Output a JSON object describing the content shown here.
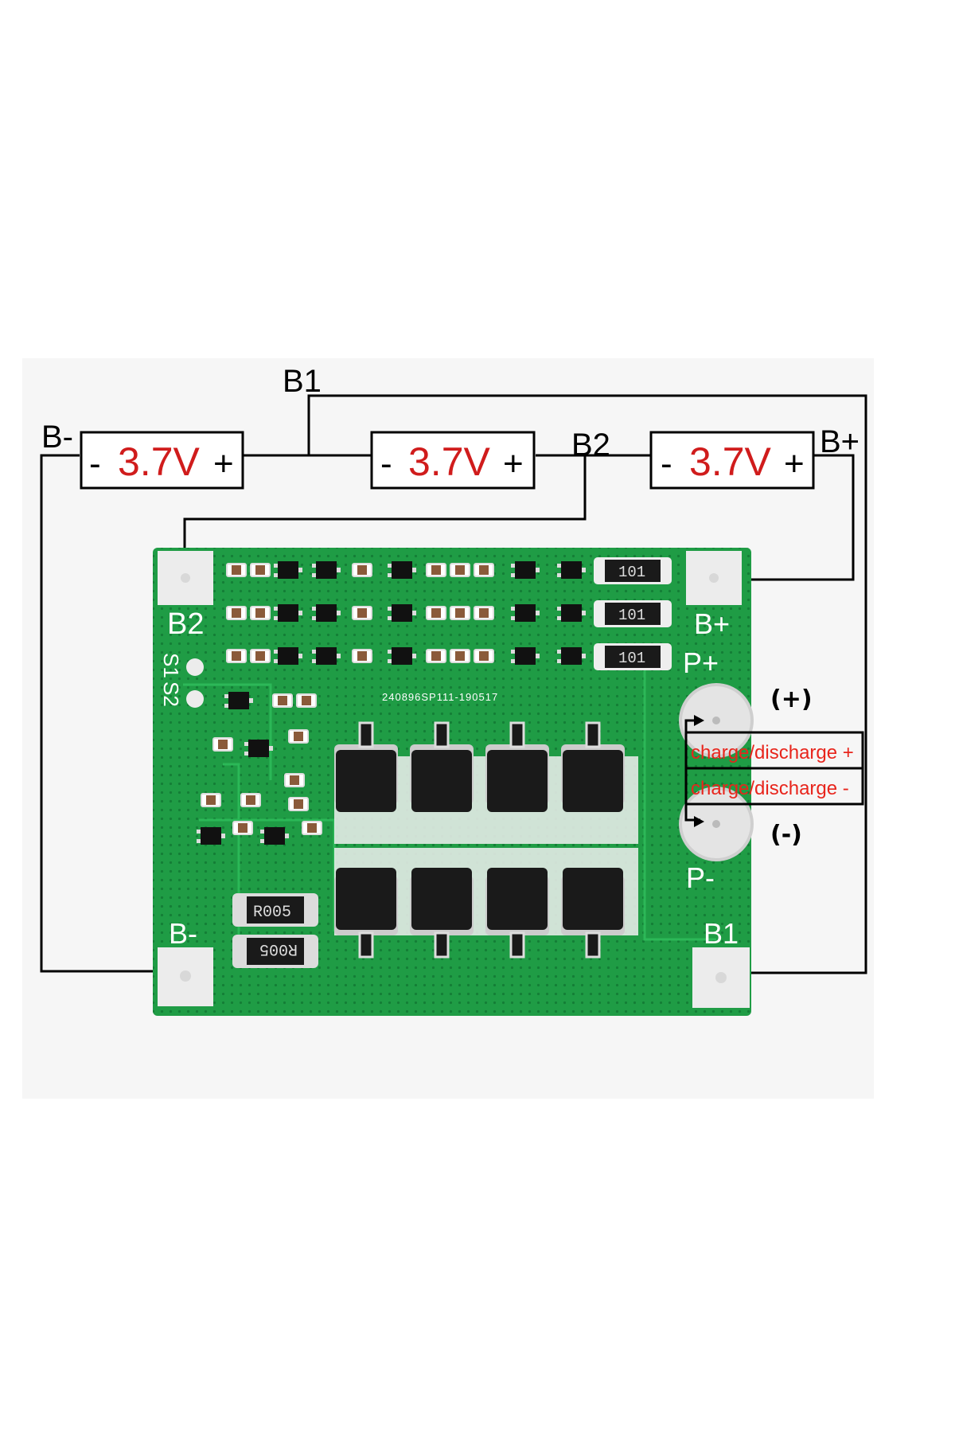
{
  "terminals": {
    "b_minus": "B-",
    "b1": "B1",
    "b2": "B2",
    "b_plus": "B+"
  },
  "cells": [
    {
      "minus": "-",
      "voltage": "3.7V",
      "plus": "+"
    },
    {
      "minus": "-",
      "voltage": "3.7V",
      "plus": "+"
    },
    {
      "minus": "-",
      "voltage": "3.7V",
      "plus": "+"
    }
  ],
  "board": {
    "pad_b2": "B2",
    "pad_b_plus": "B+",
    "pad_p_plus": "P+",
    "pad_p_minus": "P-",
    "pad_b_minus": "B-",
    "pad_b1": "B1",
    "s1": "S1",
    "s2": "S2",
    "serial": "240896SP111-190517",
    "resistor_101": "101",
    "shunt": "R005"
  },
  "annotations": {
    "positive": "(+)",
    "negative": "(-)",
    "charge_plus": "charge/discharge +",
    "charge_minus": "charge/discharge -"
  },
  "colors": {
    "pcb_green": "#1f9c45",
    "label_red": "#d01c1c"
  }
}
